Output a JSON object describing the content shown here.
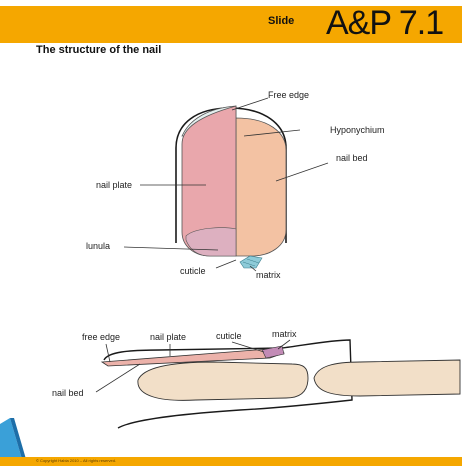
{
  "header": {
    "slide_label": "Slide",
    "code": "A&P 7.1"
  },
  "title": "The structure of the nail",
  "top_diagram": {
    "labels": {
      "free_edge": "Free edge",
      "hyponychium": "Hyponychium",
      "nail_bed": "nail bed",
      "nail_plate": "nail plate",
      "lunula": "lunula",
      "cuticle": "cuticle",
      "matrix": "matrix"
    }
  },
  "bottom_diagram": {
    "labels": {
      "free_edge": "free edge",
      "nail_plate": "nail plate",
      "cuticle": "cuticle",
      "matrix": "matrix",
      "nail_bed": "nail bed"
    }
  },
  "footer": {
    "copyright": "© Copyright Habia 2010 – All rights reserved."
  },
  "colors": {
    "accent_bar": "#f5a700",
    "nail_plate": "#e9a7ac",
    "nail_bed": "#f3c2a3",
    "lunula": "#ddb0c0",
    "matrix": "#8ecbd8"
  }
}
